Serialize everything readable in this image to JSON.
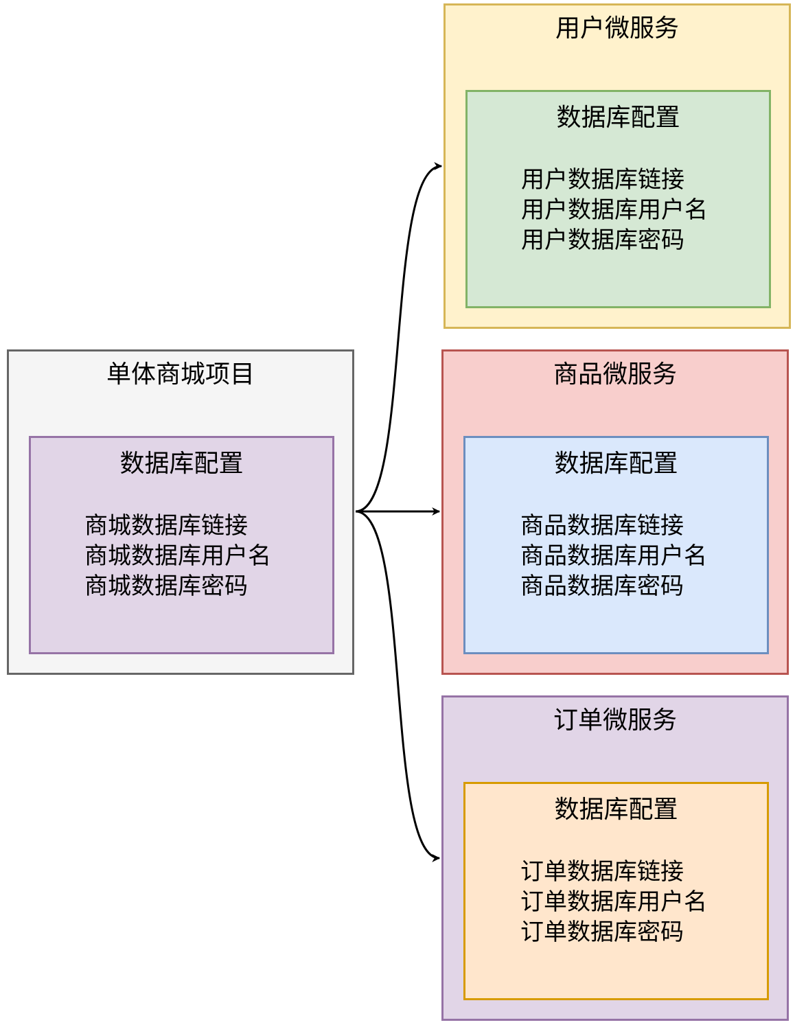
{
  "monolith": {
    "title": "单体商城项目",
    "config_title": "数据库配置",
    "items": [
      "商城数据库链接",
      "商城数据库用户名",
      "商城数据库密码"
    ]
  },
  "services": [
    {
      "title": "用户微服务",
      "config_title": "数据库配置",
      "items": [
        "用户数据库链接",
        "用户数据库用户名",
        "用户数据库密码"
      ]
    },
    {
      "title": "商品微服务",
      "config_title": "数据库配置",
      "items": [
        "商品数据库链接",
        "商品数据库用户名",
        "商品数据库密码"
      ]
    },
    {
      "title": "订单微服务",
      "config_title": "数据库配置",
      "items": [
        "订单数据库链接",
        "订单数据库用户名",
        "订单数据库密码"
      ]
    }
  ],
  "colors": {
    "monolith_fill": "#f5f5f5",
    "monolith_stroke": "#666666",
    "user_fill": "#fff2cc",
    "user_stroke": "#d6b656",
    "goods_fill": "#f8cecc",
    "goods_stroke": "#b85450",
    "order_fill": "#e1d5e7",
    "order_stroke": "#9673a6",
    "arrow": "#000000"
  }
}
